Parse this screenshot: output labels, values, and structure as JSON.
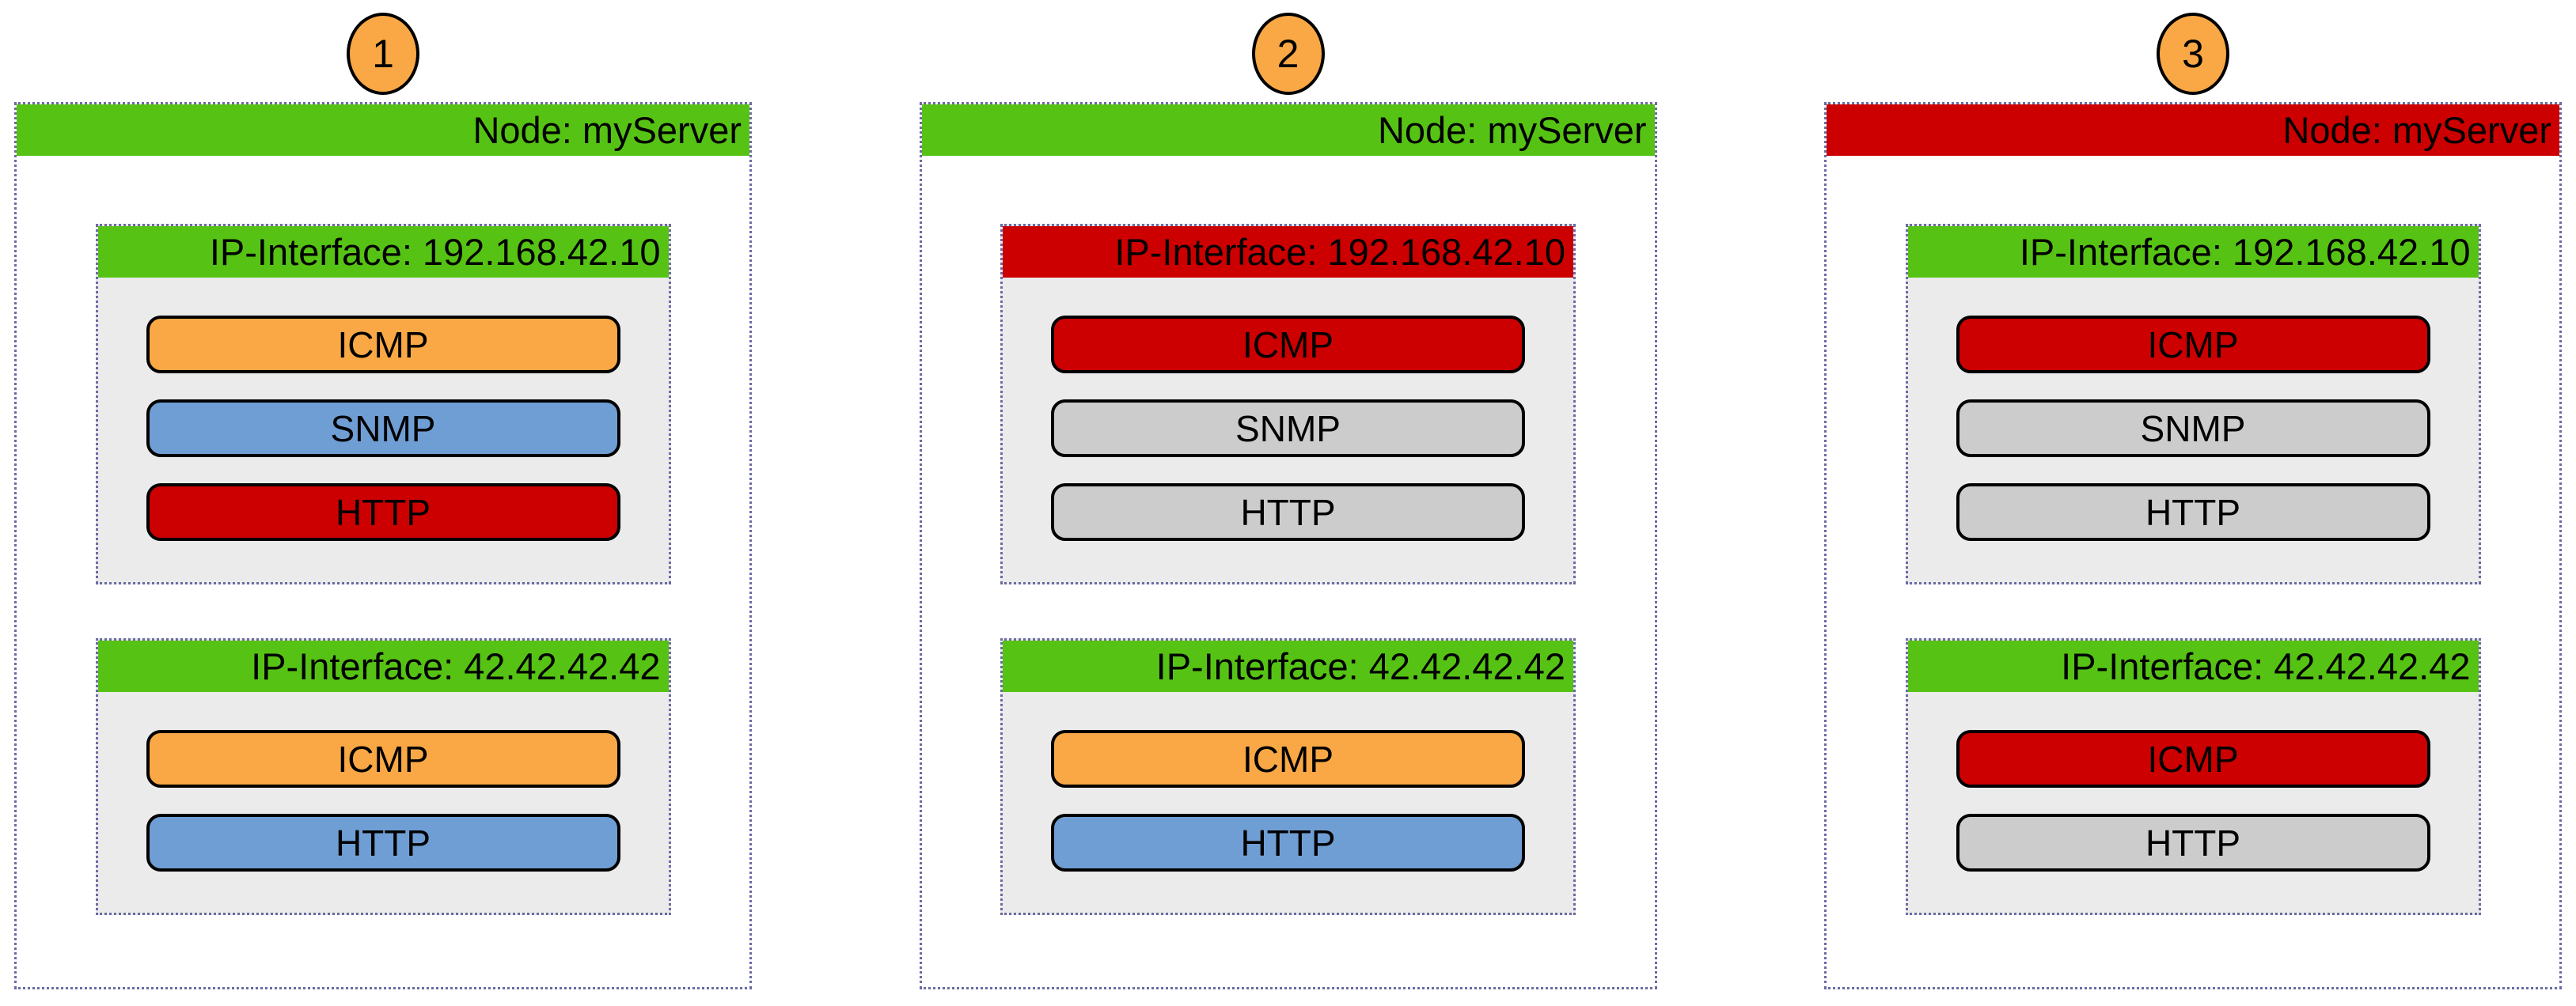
{
  "palette": {
    "green": "#56C314",
    "red": "#CC0000",
    "orange": "#F9A845",
    "blue": "#6F9ED4",
    "gray": "#CCCCCC",
    "interface_body": "#EBEBEB",
    "node_body": "#FFFFFF",
    "badge": "#F9A845",
    "dotted_border": "#6B6BA3",
    "outline": "#000000"
  },
  "nodes": [
    {
      "badge": "1",
      "title": "Node: myServer",
      "title_color": "green",
      "body_color": "node_body",
      "interfaces": [
        {
          "title": "IP-Interface: 192.168.42.10",
          "title_color": "green",
          "body_color": "interface_body",
          "services": [
            {
              "label": "ICMP",
              "color": "orange"
            },
            {
              "label": "SNMP",
              "color": "blue"
            },
            {
              "label": "HTTP",
              "color": "red"
            }
          ]
        },
        {
          "title": "IP-Interface: 42.42.42.42",
          "title_color": "green",
          "body_color": "interface_body",
          "services": [
            {
              "label": "ICMP",
              "color": "orange"
            },
            {
              "label": "HTTP",
              "color": "blue"
            }
          ]
        }
      ]
    },
    {
      "badge": "2",
      "title": "Node: myServer",
      "title_color": "green",
      "body_color": "node_body",
      "interfaces": [
        {
          "title": "IP-Interface: 192.168.42.10",
          "title_color": "red",
          "body_color": "interface_body",
          "services": [
            {
              "label": "ICMP",
              "color": "red"
            },
            {
              "label": "SNMP",
              "color": "gray"
            },
            {
              "label": "HTTP",
              "color": "gray"
            }
          ]
        },
        {
          "title": "IP-Interface: 42.42.42.42",
          "title_color": "green",
          "body_color": "interface_body",
          "services": [
            {
              "label": "ICMP",
              "color": "orange"
            },
            {
              "label": "HTTP",
              "color": "blue"
            }
          ]
        }
      ]
    },
    {
      "badge": "3",
      "title": "Node: myServer",
      "title_color": "red",
      "body_color": "node_body",
      "interfaces": [
        {
          "title": "IP-Interface: 192.168.42.10",
          "title_color": "green",
          "body_color": "interface_body",
          "services": [
            {
              "label": "ICMP",
              "color": "red"
            },
            {
              "label": "SNMP",
              "color": "gray"
            },
            {
              "label": "HTTP",
              "color": "gray"
            }
          ]
        },
        {
          "title": "IP-Interface: 42.42.42.42",
          "title_color": "green",
          "body_color": "interface_body",
          "services": [
            {
              "label": "ICMP",
              "color": "red"
            },
            {
              "label": "HTTP",
              "color": "gray"
            }
          ]
        }
      ]
    }
  ]
}
